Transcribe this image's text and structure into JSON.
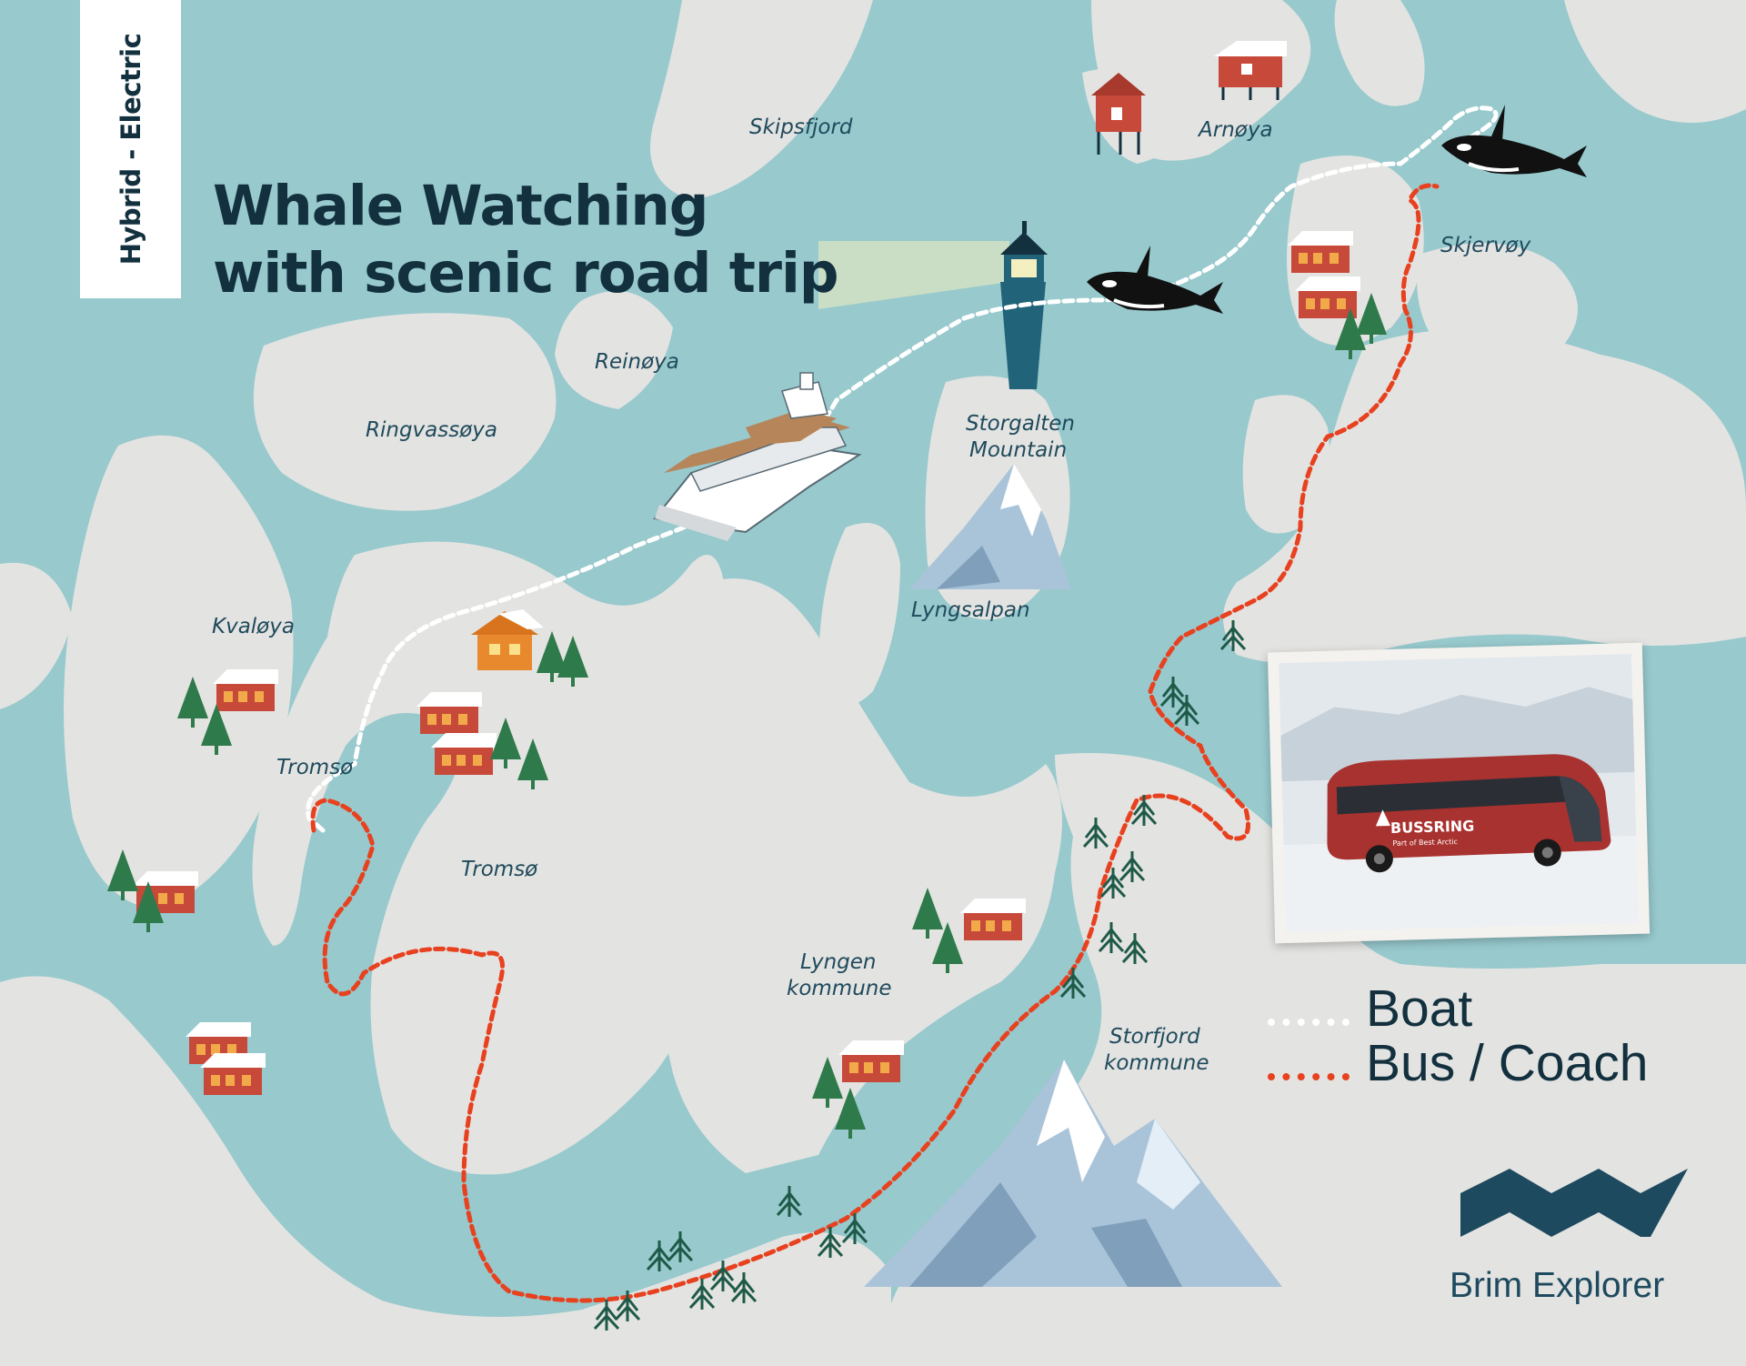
{
  "badge": {
    "text": "Hybrid - Electric"
  },
  "title": {
    "line1": "Whale Watching",
    "line2": "with scenic road trip"
  },
  "places": {
    "skipsfjord": "Skipsfjord",
    "arnoya": "Arnøya",
    "skjervoy": "Skjervøy",
    "reinoya": "Reinøya",
    "ringvassoya": "Ringvassøya",
    "storgalten_1": "Storgalten",
    "storgalten_2": "Mountain",
    "lyngsalpan": "Lyngsalpan",
    "kvaloya": "Kvaløya",
    "tromso_city": "Tromsø",
    "tromso_region": "Tromsø",
    "lyngen_1": "Lyngen",
    "lyngen_2": "kommune",
    "storfjord_1": "Storfjord",
    "storfjord_2": "kommune"
  },
  "photo": {
    "bus_brand": "BUSSRING",
    "bus_sub": "Part of Best Arctic"
  },
  "legend": {
    "boat": {
      "label": "Boat",
      "color": "#ffffff"
    },
    "bus": {
      "label": "Bus / Coach",
      "color": "#e8411f"
    }
  },
  "brand": {
    "name": "Brim Explorer",
    "color": "#1d4a5e"
  },
  "colors": {
    "sea": "#97c9cd",
    "land": "#e3e3e1",
    "text": "#13303f"
  }
}
